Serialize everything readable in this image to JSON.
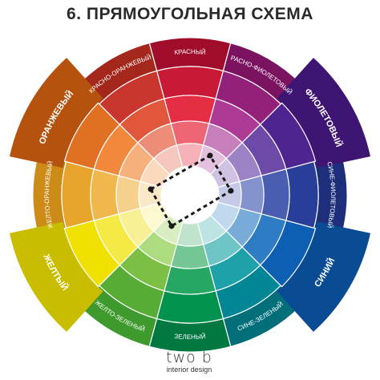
{
  "title": "6. ПРЯМОУГОЛЬНАЯ СХЕМА",
  "logo": {
    "mark": "two b",
    "tagline": "interior design"
  },
  "scheme": {
    "name": "rectangle",
    "highlighted_colors": [
      "ФИОЛЕТОВЫЙ",
      "СИНИЙ",
      "ЖЕЛТЫЙ",
      "ОРАНЖЕВЫЙ"
    ]
  },
  "colors": {
    "ring_line": "#ffffff",
    "marker": "#1a1a1a",
    "label_text": "#ffffff"
  },
  "segments": [
    {
      "id": "red",
      "label": "КРАСНЫЙ",
      "highlighted": false,
      "shades": [
        "#a00d2a",
        "#c81a37",
        "#e52d43",
        "#ee6673",
        "#f6b2b8"
      ]
    },
    {
      "id": "red-violet",
      "label": "КРАСНО-ФИОЛЕТОВЫЙ",
      "highlighted": false,
      "shades": [
        "#7b1360",
        "#93217a",
        "#ad3b95",
        "#c77fbb",
        "#e3c1de"
      ]
    },
    {
      "id": "violet",
      "label": "ФИОЛЕТОВЫЙ",
      "highlighted": true,
      "shades": [
        "#3e1573",
        "#4f2490",
        "#6d4aa8",
        "#9b83c5",
        "#cfc2e3"
      ]
    },
    {
      "id": "blue-violet",
      "label": "СИНЕ-ФИОЛЕТОВЫЙ",
      "highlighted": false,
      "shades": [
        "#1d2f7a",
        "#283e98",
        "#4a5eb1",
        "#8593cc",
        "#c5cbe6"
      ]
    },
    {
      "id": "blue",
      "label": "СИНИЙ",
      "highlighted": true,
      "shades": [
        "#0a4c94",
        "#0c5fb2",
        "#2d7cc4",
        "#79abd9",
        "#c0d9ef"
      ]
    },
    {
      "id": "blue-green",
      "label": "СИНЕ-ЗЕЛЕНЫЙ",
      "highlighted": false,
      "shades": [
        "#006f7a",
        "#008694",
        "#1ea1a8",
        "#6fc4c6",
        "#bde3e2"
      ]
    },
    {
      "id": "green",
      "label": "ЗЕЛЕНЫЙ",
      "highlighted": false,
      "shades": [
        "#007840",
        "#00924e",
        "#26a864",
        "#74c795",
        "#bfe4cb"
      ]
    },
    {
      "id": "yellow-green",
      "label": "ЖЕЛТО-ЗЕЛЕНЫЙ",
      "highlighted": false,
      "shades": [
        "#3f9a2d",
        "#56ac34",
        "#7cbf45",
        "#addb80",
        "#d9eec0"
      ]
    },
    {
      "id": "yellow",
      "label": "ЖЕЛТЫЙ",
      "highlighted": true,
      "shades": [
        "#c9bd00",
        "#f0e100",
        "#f5ea45",
        "#f8f095",
        "#fcf8cf"
      ]
    },
    {
      "id": "yellow-orange",
      "label": "ЖЕЛТО-ОРАНЖЕВЫЙ",
      "highlighted": false,
      "shades": [
        "#cc8a16",
        "#e7a42a",
        "#f0b84c",
        "#f5d18d",
        "#fae8c7"
      ]
    },
    {
      "id": "orange",
      "label": "ОРАНЖЕВЫЙ",
      "highlighted": true,
      "shades": [
        "#b5520e",
        "#e07022",
        "#f1883b",
        "#f6b07c",
        "#fbd9bd"
      ]
    },
    {
      "id": "red-orange",
      "label": "КРАСНО-ОРАНЖЕВЫЙ",
      "highlighted": false,
      "shades": [
        "#a4271c",
        "#c8362e",
        "#e0573c",
        "#ec8d78",
        "#f6c7bc"
      ]
    }
  ]
}
